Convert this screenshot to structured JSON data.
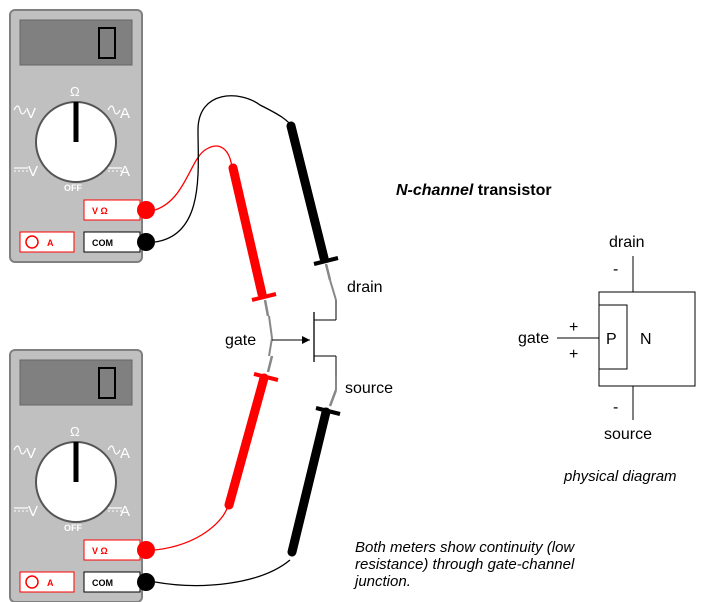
{
  "meters": [
    {
      "id": "top",
      "dial": {
        "ohm": "Ω",
        "off": "OFF",
        "ac_v": "V",
        "ac_a": "A",
        "dc_v": "V",
        "dc_a": "A"
      },
      "jacks": {
        "vohm": "V Ω",
        "com": "COM",
        "amp": "A"
      }
    },
    {
      "id": "bottom",
      "dial": {
        "ohm": "Ω",
        "off": "OFF",
        "ac_v": "V",
        "ac_a": "A",
        "dc_v": "V",
        "dc_a": "A"
      },
      "jacks": {
        "vohm": "V Ω",
        "com": "COM",
        "amp": "A"
      }
    }
  ],
  "transistor": {
    "title_italic": "N-channel",
    "title_bold": " transistor",
    "gate": "gate",
    "drain": "drain",
    "source": "source"
  },
  "physical": {
    "drain": "drain",
    "source": "source",
    "gate": "gate",
    "p": "P",
    "n": "N",
    "plus1": "+",
    "plus2": "+",
    "minus_top": "-",
    "minus_bottom": "-",
    "caption": "physical diagram"
  },
  "note": {
    "lines": [
      "Both meters show continuity (low",
      "resistance) through gate-channel",
      "junction."
    ]
  },
  "colors": {
    "meter_body": "#c0c0c0",
    "display": "#808080",
    "red": "#ff0000",
    "black": "#000000",
    "red_jack_border": "#ff0000"
  }
}
